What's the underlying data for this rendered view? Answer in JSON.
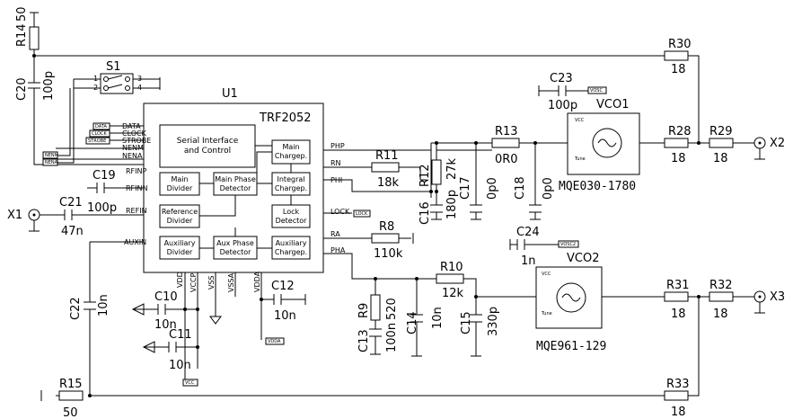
{
  "components": {
    "R14": {
      "ref": "R14",
      "value": "50"
    },
    "C20": {
      "ref": "C20",
      "value": "100p"
    },
    "S1": {
      "ref": "S1",
      "pins": [
        "1",
        "2",
        "3",
        "4"
      ]
    },
    "U1": {
      "ref": "U1",
      "part": "TRF2052"
    },
    "R30": {
      "ref": "R30",
      "value": "18"
    },
    "C23": {
      "ref": "C23",
      "value": "100p"
    },
    "VCO1": {
      "ref": "VCO1",
      "part": "MQE030-1780"
    },
    "R13": {
      "ref": "R13",
      "value": "0R0"
    },
    "R28": {
      "ref": "R28",
      "value": "18"
    },
    "R29": {
      "ref": "R29",
      "value": "18"
    },
    "R11": {
      "ref": "R11",
      "value": "18k"
    },
    "R12": {
      "ref": "R12",
      "value": "27k"
    },
    "C16": {
      "ref": "C16",
      "value": "180p"
    },
    "C17": {
      "ref": "C17",
      "value": "0p0"
    },
    "C18": {
      "ref": "C18",
      "value": "0p0"
    },
    "C19": {
      "ref": "C19",
      "value": "100p"
    },
    "C21": {
      "ref": "C21",
      "value": "47n"
    },
    "R8": {
      "ref": "R8",
      "value": "110k"
    },
    "C24": {
      "ref": "C24",
      "value": "1n"
    },
    "VCO2": {
      "ref": "VCO2",
      "part": "MQE961-129"
    },
    "R10": {
      "ref": "R10",
      "value": "12k"
    },
    "R31": {
      "ref": "R31",
      "value": "18"
    },
    "R32": {
      "ref": "R32",
      "value": "18"
    },
    "C22": {
      "ref": "C22",
      "value": "10n"
    },
    "C10": {
      "ref": "C10",
      "value": "10n"
    },
    "C11": {
      "ref": "C11",
      "value": "10n"
    },
    "C12": {
      "ref": "C12",
      "value": "10n"
    },
    "R9": {
      "ref": "R9",
      "value": "520"
    },
    "C13": {
      "ref": "C13",
      "value": "100n"
    },
    "C14": {
      "ref": "C14",
      "value": "10n"
    },
    "C15": {
      "ref": "C15",
      "value": "330p"
    },
    "R15": {
      "ref": "R15",
      "value": "50"
    },
    "R33": {
      "ref": "R33",
      "value": "18"
    }
  },
  "connectors": {
    "X1": "X1",
    "X2": "X2",
    "X3": "X3"
  },
  "blocks": {
    "serial": [
      "Serial Interface",
      "and Control"
    ],
    "main_chargep": [
      "Main",
      "Chargep."
    ],
    "main_divider": [
      "Main",
      "Divider"
    ],
    "main_phase": [
      "Main Phase",
      "Detector"
    ],
    "integral": [
      "Integral",
      "Chargep."
    ],
    "lock_det": [
      "Lock",
      "Detector"
    ],
    "ref_div": [
      "Reference",
      "Divider"
    ],
    "aux_div": [
      "Auxiliary",
      "Divider"
    ],
    "aux_phase": [
      "Aux Phase",
      "Detector"
    ],
    "aux_chargep": [
      "Auxiliary",
      "Chargep."
    ]
  },
  "pins": {
    "DATA": "DATA",
    "CLOCK": "CLOCK",
    "STROBE": "STROBE",
    "NENM": "NENM",
    "NENA": "NENA",
    "RFINP": "RFINP",
    "RFINN": "RFINN",
    "REFIN": "REFIN",
    "AUXIN": "AUXIN",
    "PHP": "PHP",
    "RN": "RN",
    "PHI": "PHI",
    "LOCK": "LOCK",
    "RA": "RA",
    "PHA": "PHA",
    "VDD": "VDD",
    "VCCP": "VCCP",
    "VSS": "VSS",
    "VSSA": "VSSA",
    "VDDA": "VDDA"
  },
  "net_tags": {
    "data": "DATA",
    "clock": "CLOCK",
    "strobe": "STROBE",
    "nenm": "NENM",
    "nena": "NENA",
    "lock": "LOCK",
    "vosc": "VOSC",
    "vosc2": "VOSC2",
    "vdda": "VDDA",
    "vcc": "VCC"
  },
  "vco_pins": {
    "vcc": "VCC",
    "tune": "Tune"
  }
}
